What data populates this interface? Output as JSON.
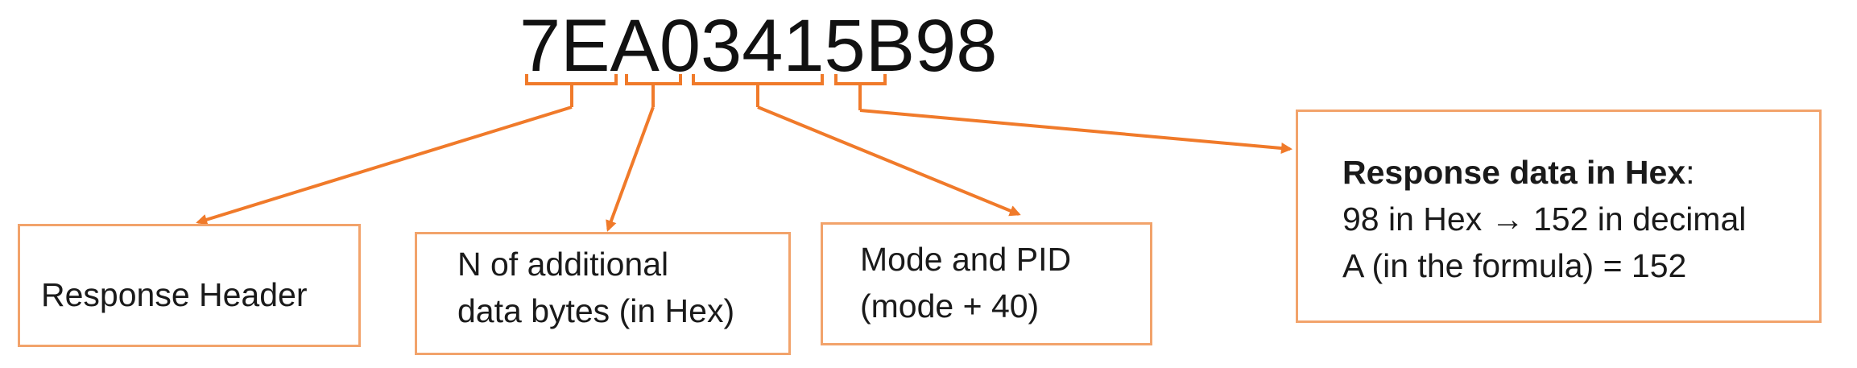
{
  "hex_string": "7EA03415B98",
  "boxes": {
    "header": {
      "line1": "Response Header"
    },
    "nbytes": {
      "line1": "N of additional",
      "line2": "data bytes (in Hex)"
    },
    "mode": {
      "line1": "Mode and PID",
      "line2": "(mode + 40)"
    },
    "data": {
      "title": "Response data in Hex",
      "title_suffix": ":",
      "line2": "98 in Hex → 152 in decimal",
      "line3": "A (in the formula) = 152"
    }
  },
  "colors": {
    "accent": "#f07a2a",
    "box_border": "#f2a36b",
    "text": "#1a1a1a"
  }
}
